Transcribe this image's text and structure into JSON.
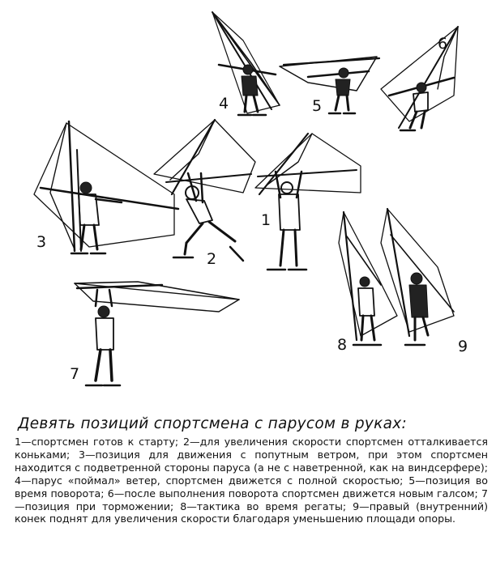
{
  "figure": {
    "position_labels": [
      "1",
      "2",
      "3",
      "4",
      "5",
      "6",
      "7",
      "8",
      "9"
    ]
  },
  "caption": {
    "title": "Девять позиций спортсмена с парусом в руках:",
    "body": "1—спортсмен готов к старту; 2—для увеличения скорости спортсмен отталкивается коньками; 3—позиция для движения с попутным ветром, при этом спортсмен находится с подветренной стороны паруса (а не с наветренной, как на виндсерфере); 4—парус «поймал» ветер, спортсмен движется с полной скоростью; 5—позиция во время поворота; 6—после выполнения поворота спортсмен движется новым галсом; 7—позиция при торможении; 8—тактика во время регаты; 9—правый (внутренний) конек поднят для увеличения скорости благодаря уменьшению площади опоры."
  }
}
